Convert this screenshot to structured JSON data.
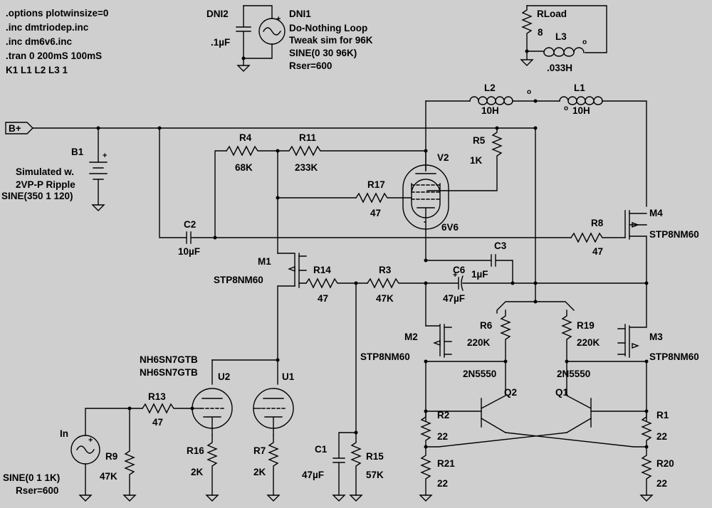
{
  "directives": [
    ".options plotwinsize=0",
    ".inc dmtriodep.inc",
    ".inc dm6v6.inc",
    ".tran 0 200mS 100mS",
    "K1 L1 L2 L3 1"
  ],
  "net_labels": {
    "bplus": "B+"
  },
  "components": {
    "DNI2": {
      "ref": "DNI2",
      "value": ".1µF"
    },
    "DNI1": {
      "ref": "DNI1",
      "lines": [
        "Do-Nothing Loop",
        "Tweak sim for 96K",
        "SINE(0 30 96K)",
        "Rser=600"
      ]
    },
    "RLoad": {
      "ref": "RLoad",
      "value": "8"
    },
    "L3": {
      "ref": "L3",
      "value": ".033H"
    },
    "L2": {
      "ref": "L2",
      "value": "10H"
    },
    "L1": {
      "ref": "L1",
      "value": "10H"
    },
    "B1": {
      "ref": "B1",
      "lines": [
        "Simulated w.",
        "2VP-P Ripple",
        "SINE(350 1 120)"
      ]
    },
    "R4": {
      "ref": "R4",
      "value": "68K"
    },
    "R11": {
      "ref": "R11",
      "value": "233K"
    },
    "R5": {
      "ref": "R5",
      "value": "1K"
    },
    "V2": {
      "ref": "V2",
      "value": "6V6"
    },
    "R17": {
      "ref": "R17",
      "value": "47"
    },
    "C2": {
      "ref": "C2",
      "value": "10µF"
    },
    "R8": {
      "ref": "R8",
      "value": "47"
    },
    "M4": {
      "ref": "M4",
      "value": "STP8NM60"
    },
    "M1": {
      "ref": "M1",
      "value": "STP8NM60"
    },
    "R14": {
      "ref": "R14",
      "value": "47"
    },
    "R3": {
      "ref": "R3",
      "value": "47K"
    },
    "C3": {
      "ref": "C3",
      "value": "1µF"
    },
    "C6": {
      "ref": "C6",
      "value": "47µF"
    },
    "M2": {
      "ref": "M2",
      "value": "STP8NM60"
    },
    "M3": {
      "ref": "M3",
      "value": "STP8NM60"
    },
    "R6": {
      "ref": "R6",
      "value": "220K"
    },
    "R19": {
      "ref": "R19",
      "value": "220K"
    },
    "Q2": {
      "ref": "Q2",
      "value": "2N5550"
    },
    "Q1": {
      "ref": "Q1",
      "value": "2N5550"
    },
    "U2": {
      "ref": "U2",
      "value": "NH6SN7GTB"
    },
    "U1": {
      "ref": "U1",
      "value": "NH6SN7GTB"
    },
    "R13": {
      "ref": "R13",
      "value": "47"
    },
    "In": {
      "ref": "In",
      "lines": [
        "SINE(0 1 1K)",
        "Rser=600"
      ]
    },
    "R9": {
      "ref": "R9",
      "value": "47K"
    },
    "R16": {
      "ref": "R16",
      "value": "2K"
    },
    "R7": {
      "ref": "R7",
      "value": "2K"
    },
    "C1": {
      "ref": "C1",
      "value": "47µF"
    },
    "R15": {
      "ref": "R15",
      "value": "57K"
    },
    "R2": {
      "ref": "R2",
      "value": "22"
    },
    "R21": {
      "ref": "R21",
      "value": "22"
    },
    "R1": {
      "ref": "R1",
      "value": "22"
    },
    "R20": {
      "ref": "R20",
      "value": "22"
    }
  }
}
